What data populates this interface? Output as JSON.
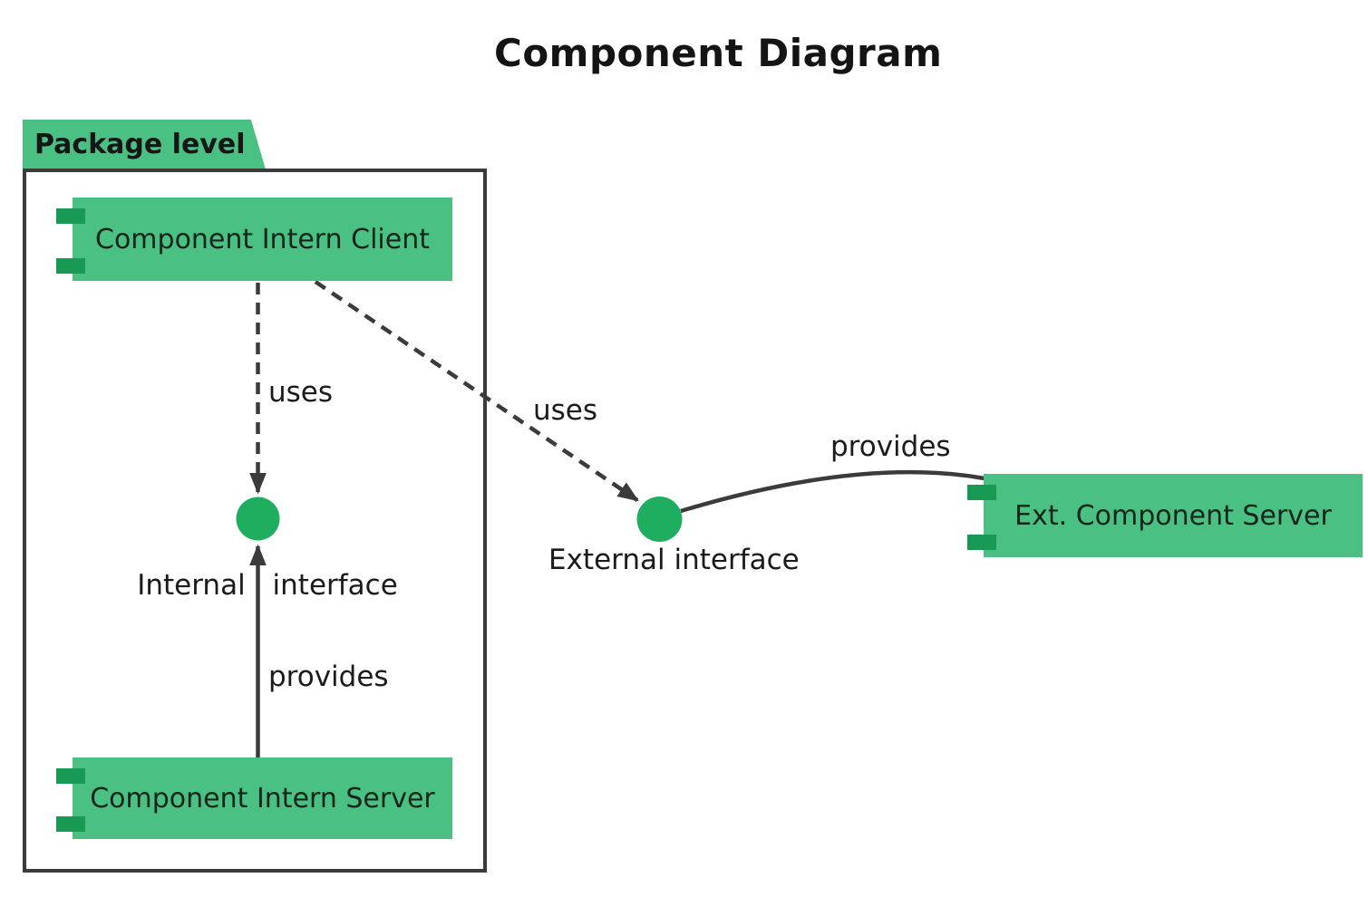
{
  "title": "Component Diagram",
  "package": {
    "label": "Package level"
  },
  "components": [
    {
      "id": "component-intern-client",
      "label": "Component Intern Client"
    },
    {
      "id": "component-intern-server",
      "label": "Component Intern Server"
    },
    {
      "id": "ext-component-server",
      "label": "Ext. Component Server"
    }
  ],
  "interfaces": [
    {
      "id": "internal-interface",
      "label": "Internal interface"
    },
    {
      "id": "external-interface",
      "label": "External interface"
    }
  ],
  "edges": [
    {
      "from": "component-intern-client",
      "to": "internal-interface",
      "label": "uses",
      "style": "dashed-arrow"
    },
    {
      "from": "component-intern-client",
      "to": "external-interface",
      "label": "uses",
      "style": "dashed-arrow"
    },
    {
      "from": "component-intern-server",
      "to": "internal-interface",
      "label": "provides",
      "style": "solid-arrow"
    },
    {
      "from": "ext-component-server",
      "to": "external-interface",
      "label": "provides",
      "style": "solid-curve"
    }
  ],
  "colors": {
    "component_fill": "#4AC083",
    "component_tab_fill": "#189A54",
    "interface_fill": "#1FAD5F",
    "connector": "#3B3B3B",
    "text": "#1B1B1B"
  }
}
